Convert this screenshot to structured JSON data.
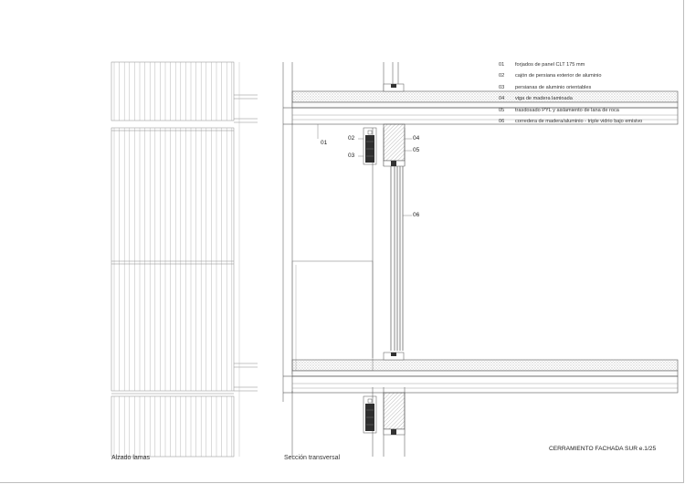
{
  "legend": [
    {
      "num": "01",
      "text": "forjados de panel CLT 175 mm"
    },
    {
      "num": "02",
      "text": "cajón de persiana exterior de aluminio"
    },
    {
      "num": "03",
      "text": "persianas de aluminio orientables"
    },
    {
      "num": "04",
      "text": "viga de madera laminada"
    },
    {
      "num": "05",
      "text": "trasdosado PYL y aislamiento de lana de roca"
    },
    {
      "num": "06",
      "text": "corredera de madera/aluminio - triple vidrio bajo emisivo"
    }
  ],
  "callouts": {
    "c01": "01",
    "c02": "02",
    "c03": "03",
    "c04": "04",
    "c05": "05",
    "c06": "06"
  },
  "labels": {
    "elevation": "Alzado lamas",
    "section": "Sección transversal",
    "sheet_title": "CERRAMIENTO FACHADA SUR e.1/25"
  },
  "colors": {
    "line": "#555555",
    "light_line": "#9a9a9a",
    "hatch": "#8a8a8a",
    "dark": "#2b2b2b"
  }
}
